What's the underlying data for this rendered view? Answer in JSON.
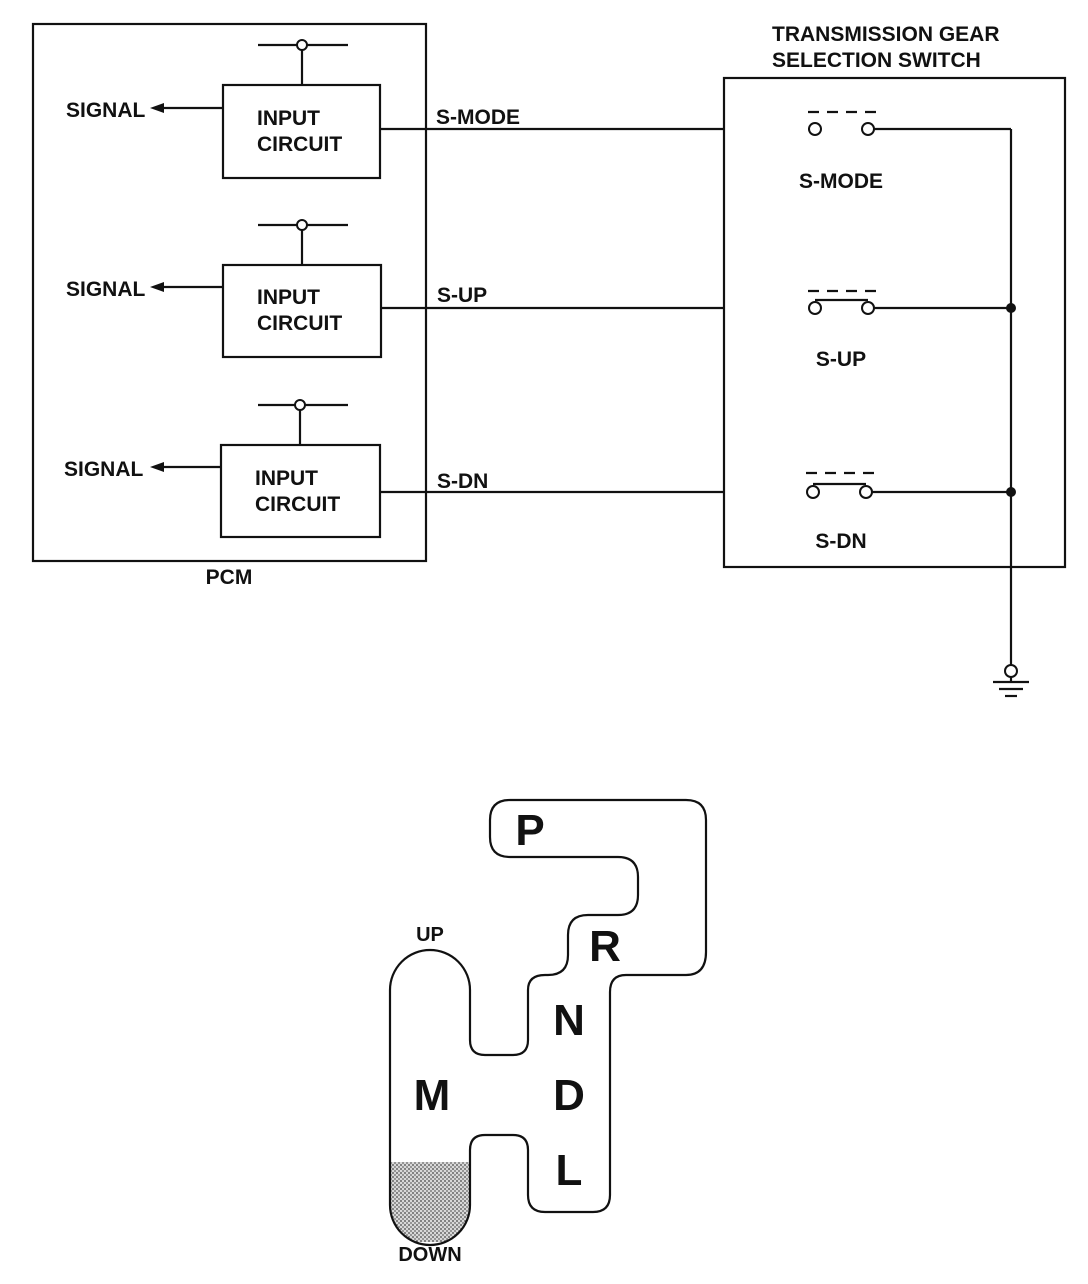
{
  "pcm": {
    "label": "PCM",
    "signal_label": "SIGNAL",
    "circuits": [
      {
        "line1": "INPUT",
        "line2": "CIRCUIT"
      },
      {
        "line1": "INPUT",
        "line2": "CIRCUIT"
      },
      {
        "line1": "INPUT",
        "line2": "CIRCUIT"
      }
    ]
  },
  "wires": {
    "s_mode": "S-MODE",
    "s_up": "S-UP",
    "s_dn": "S-DN"
  },
  "switch_box": {
    "title_line1": "TRANSMISSION GEAR",
    "title_line2": "SELECTION SWITCH",
    "switches": [
      "S-MODE",
      "S-UP",
      "S-DN"
    ]
  },
  "gate": {
    "positions": [
      "P",
      "R",
      "N",
      "D",
      "L"
    ],
    "manual": "M",
    "up_label": "UP",
    "down_label": "DOWN",
    "down_shading_color": "#888888"
  },
  "colors": {
    "line": "#111111",
    "background": "#ffffff"
  }
}
